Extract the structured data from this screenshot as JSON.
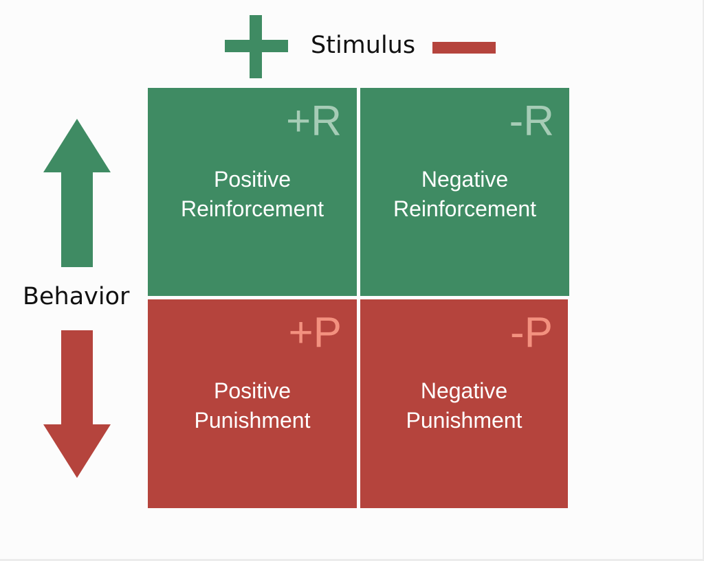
{
  "colors": {
    "green": "#3f8b63",
    "red": "#b5443d",
    "reinforcement_code": "#a6ccb6",
    "punishment_code": "#f3917f"
  },
  "icons": {
    "stimulus_positive": "plus-icon",
    "stimulus_negative": "minus-icon",
    "behavior_increase": "arrow-up-icon",
    "behavior_decrease": "arrow-down-icon"
  },
  "stimulus": {
    "label": "Stimulus"
  },
  "behavior": {
    "label": "Behavior"
  },
  "quadrants": {
    "positive_reinforcement": {
      "code": "+R",
      "line1": "Positive",
      "line2": "Reinforcement"
    },
    "negative_reinforcement": {
      "code": "-R",
      "line1": "Negative",
      "line2": "Reinforcement"
    },
    "positive_punishment": {
      "code": "+P",
      "line1": "Positive",
      "line2": "Punishment"
    },
    "negative_punishment": {
      "code": "-P",
      "line1": "Negative",
      "line2": "Punishment"
    }
  }
}
